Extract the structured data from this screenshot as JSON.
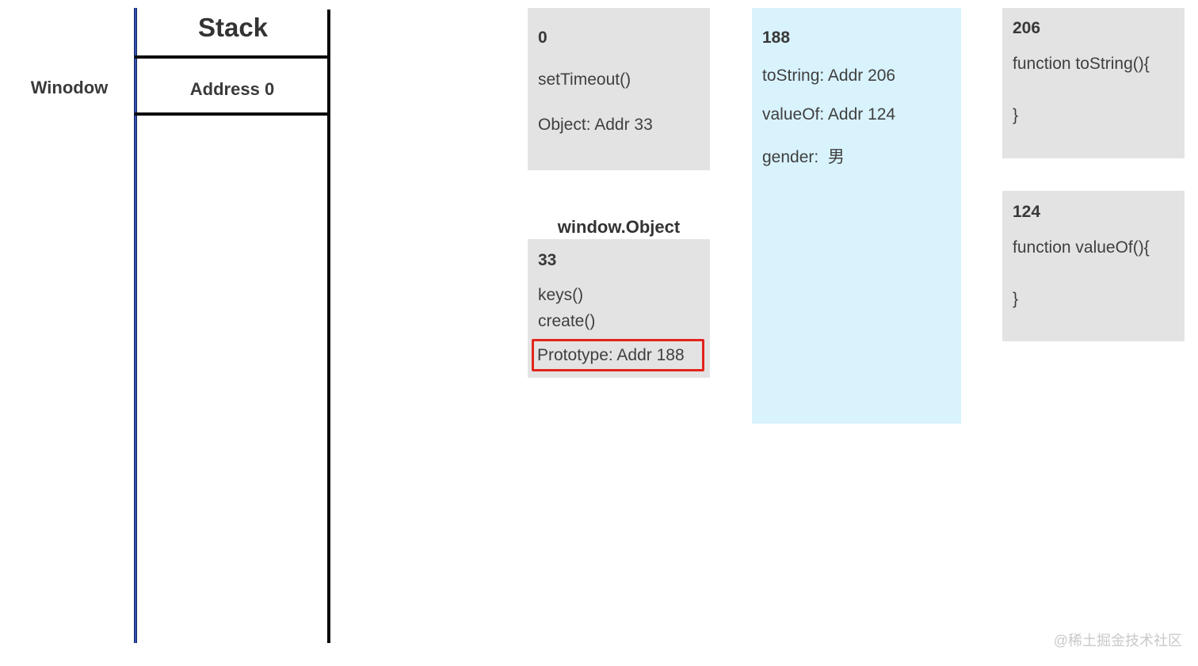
{
  "stack": {
    "window_label": "Winodow",
    "title": "Stack",
    "rows": [
      "Address 0"
    ]
  },
  "boxes": {
    "window_obj": {
      "address": "0",
      "lines": [
        "setTimeout()",
        "Object: Addr 33"
      ]
    },
    "object_ctor": {
      "heading": "window.Object",
      "address": "33",
      "lines": [
        "keys()",
        "create()"
      ],
      "highlighted_line": "Prototype: Addr 188"
    },
    "object_prototype": {
      "address": "188",
      "lines": [
        "toString: Addr 206",
        "valueOf: Addr 124",
        "gender:  男"
      ]
    },
    "tostring_fn": {
      "address": "206",
      "lines": [
        "function toString(){",
        "}"
      ]
    },
    "valueof_fn": {
      "address": "124",
      "lines": [
        "function valueOf(){",
        "}"
      ]
    }
  },
  "watermark": "@稀土掘金技术社区",
  "colors": {
    "box_gray": "#e3e3e3",
    "box_blue": "#d9f3fd",
    "highlight_border": "#e2241c",
    "stack_left_line": "#3250b4",
    "stack_black_line": "#0a0a0a",
    "text": "#3f3f3f",
    "watermark": "#c9c9c9"
  }
}
